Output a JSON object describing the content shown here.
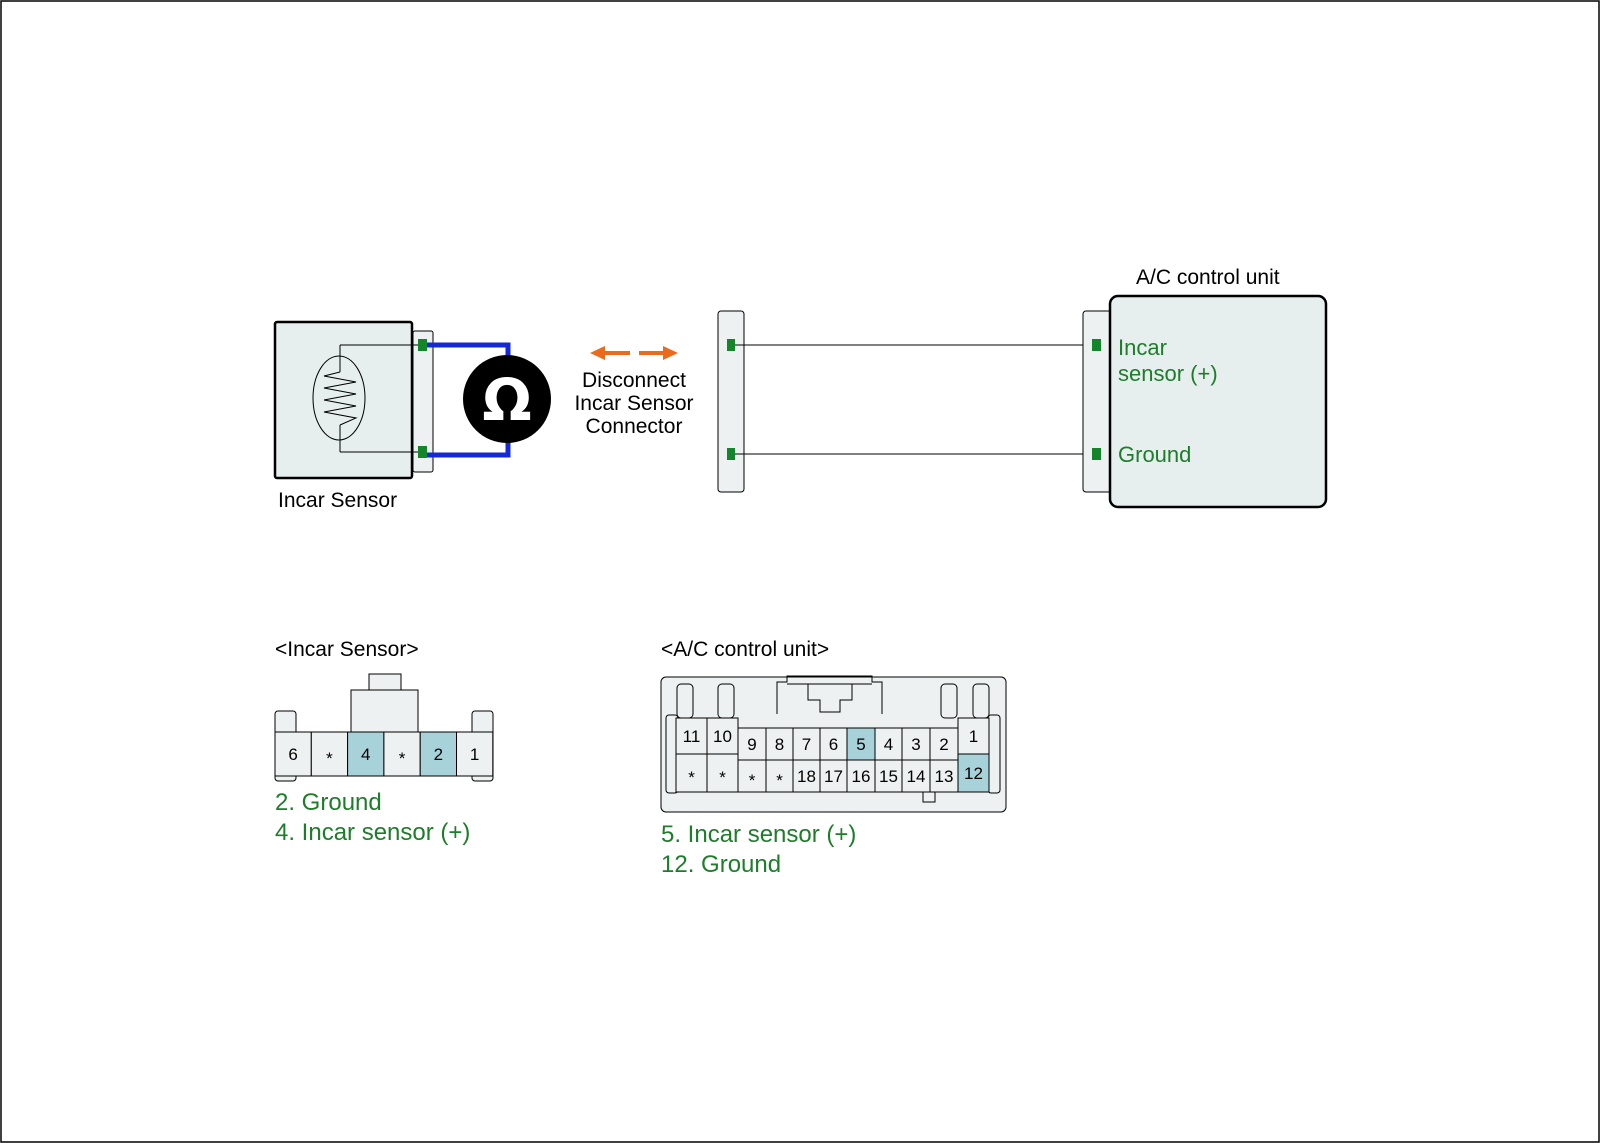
{
  "colors": {
    "wire_blue": "#1428d8",
    "terminal_green": "#13852a",
    "arrow_orange": "#ec6a1b",
    "label_green": "#1e7d2a",
    "box_fill": "#e6eeee",
    "pin_highlight": "#a8d2d9",
    "pin_fill": "#eef1f1"
  },
  "icons": {
    "meter": "ohmmeter-icon",
    "thermistor": "thermistor-icon",
    "disconnect": "double-arrow-icon"
  },
  "sensor": {
    "label": "Incar Sensor"
  },
  "ohmmeter": {
    "symbol": "Ω"
  },
  "disconnect": {
    "line1": "Disconnect",
    "line2": "Incar Sensor",
    "line3": "Connector"
  },
  "acu": {
    "title": "A/C control unit",
    "terminal_plus_line1": "Incar",
    "terminal_plus_line2": "sensor (+)",
    "terminal_ground": "Ground"
  },
  "sensor_connector": {
    "title": "<Incar Sensor>",
    "pins": [
      "6",
      "*",
      "4",
      "*",
      "2",
      "1"
    ],
    "highlighted": [
      "4",
      "2"
    ],
    "legend": [
      "2. Ground",
      "4. Incar sensor (+)"
    ]
  },
  "acu_connector": {
    "title": "<A/C control unit>",
    "top_row": [
      "11",
      "10",
      "9",
      "8",
      "7",
      "6",
      "5",
      "4",
      "3",
      "2",
      "1"
    ],
    "bottom_row": [
      "*",
      "*",
      "*",
      "*",
      "18",
      "17",
      "16",
      "15",
      "14",
      "13",
      "12"
    ],
    "highlighted": [
      "5",
      "12"
    ],
    "legend": [
      "5. Incar sensor (+)",
      "12. Ground"
    ]
  }
}
